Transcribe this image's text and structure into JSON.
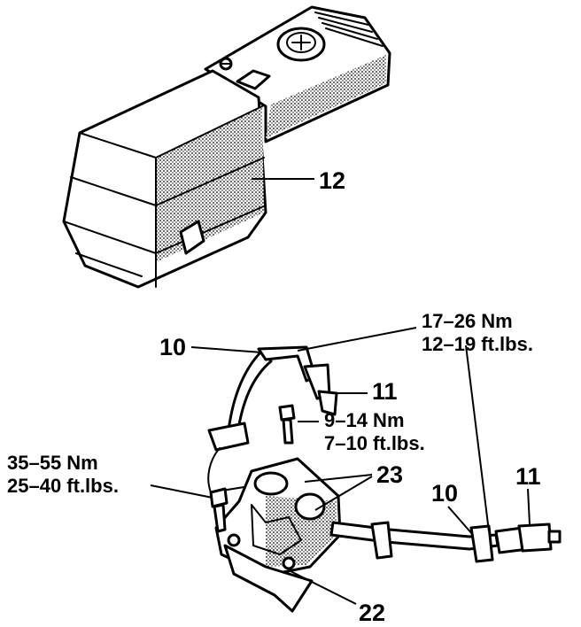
{
  "callouts": {
    "cover": "12",
    "cable_left": "10",
    "cable_right": "10",
    "terminal_top": "11",
    "terminal_right": "11",
    "bolts": "23",
    "bracket": "22"
  },
  "torque_specs": {
    "cable_nut": {
      "metric": "17–26 Nm",
      "imperial": "12–19 ft.lbs."
    },
    "terminal_bolt": {
      "metric": "9–14 Nm",
      "imperial": "7–10 ft.lbs."
    },
    "mount_bolt": {
      "metric": "35–55 Nm",
      "imperial": "25–40 ft.lbs."
    }
  }
}
